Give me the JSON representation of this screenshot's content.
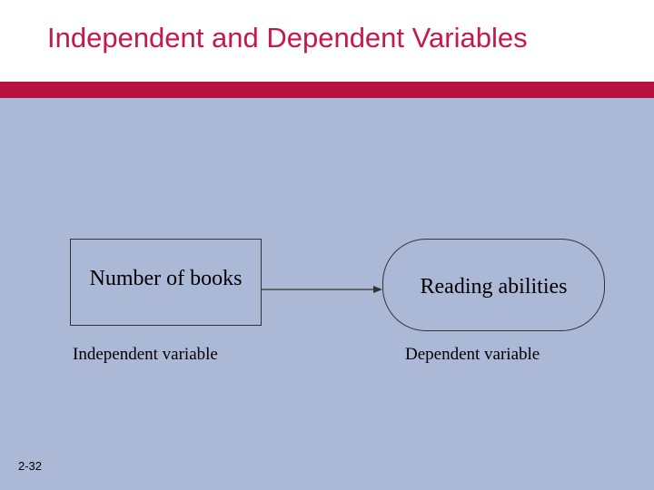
{
  "slide": {
    "title": "Independent and Dependent Variables",
    "number": "2-32"
  },
  "diagram": {
    "independent": {
      "box_label": "Number of books",
      "caption": "Independent variable"
    },
    "dependent": {
      "box_label": "Reading abilities",
      "caption": "Dependent variable"
    },
    "connector": "arrow from independent to dependent"
  },
  "colors": {
    "title": "#c8174b",
    "title_bar": "#b8103e",
    "background": "#abb8d6",
    "box_fill": "#abb8d6",
    "header_bg": "#ffffff"
  }
}
